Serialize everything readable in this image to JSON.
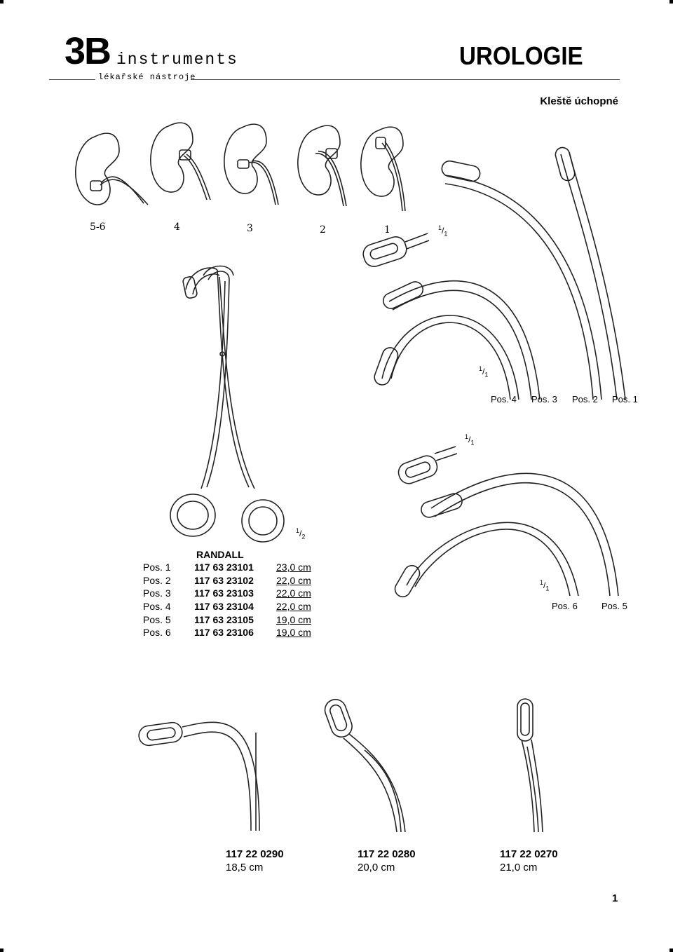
{
  "header": {
    "brand": "3B",
    "brand_word": "instruments",
    "brand_tagline": "lékařské nástroje",
    "section": "UROLOGIE",
    "subtitle": "Kleště úchopné"
  },
  "kidney_figure": {
    "labels": [
      "5-6",
      "4",
      "3",
      "2",
      "1"
    ]
  },
  "tips_group_a": {
    "scale": "1/1",
    "scale_num": "1",
    "scale_den": "1",
    "scale2_num": "1",
    "scale2_den": "1",
    "positions": [
      "Pos. 4",
      "Pos. 3",
      "Pos. 2",
      "Pos. 1"
    ]
  },
  "tips_group_b": {
    "scale_num": "1",
    "scale_den": "1",
    "scale2_num": "1",
    "scale2_den": "1",
    "positions": [
      "Pos. 6",
      "Pos. 5"
    ]
  },
  "forceps_scale": {
    "num": "1",
    "den": "2"
  },
  "randall_table": {
    "title": "RANDALL",
    "rows": [
      {
        "pos": "Pos. 1",
        "code": "117 63 23101",
        "length": "23,0 cm"
      },
      {
        "pos": "Pos. 2",
        "code": "117 63 23102",
        "length": "22,0 cm"
      },
      {
        "pos": "Pos. 3",
        "code": "117 63 23103",
        "length": "22,0 cm"
      },
      {
        "pos": "Pos. 4",
        "code": "117 63 23104",
        "length": "22,0 cm"
      },
      {
        "pos": "Pos. 5",
        "code": "117 63 23105",
        "length": "19,0 cm"
      },
      {
        "pos": "Pos. 6",
        "code": "117 63 23106",
        "length": "19,0 cm"
      }
    ]
  },
  "bottom_products": [
    {
      "code": "117 22 0290",
      "length": "18,5 cm"
    },
    {
      "code": "117 22 0280",
      "length": "20,0 cm"
    },
    {
      "code": "117 22 0270",
      "length": "21,0 cm"
    }
  ],
  "page_number": "1"
}
